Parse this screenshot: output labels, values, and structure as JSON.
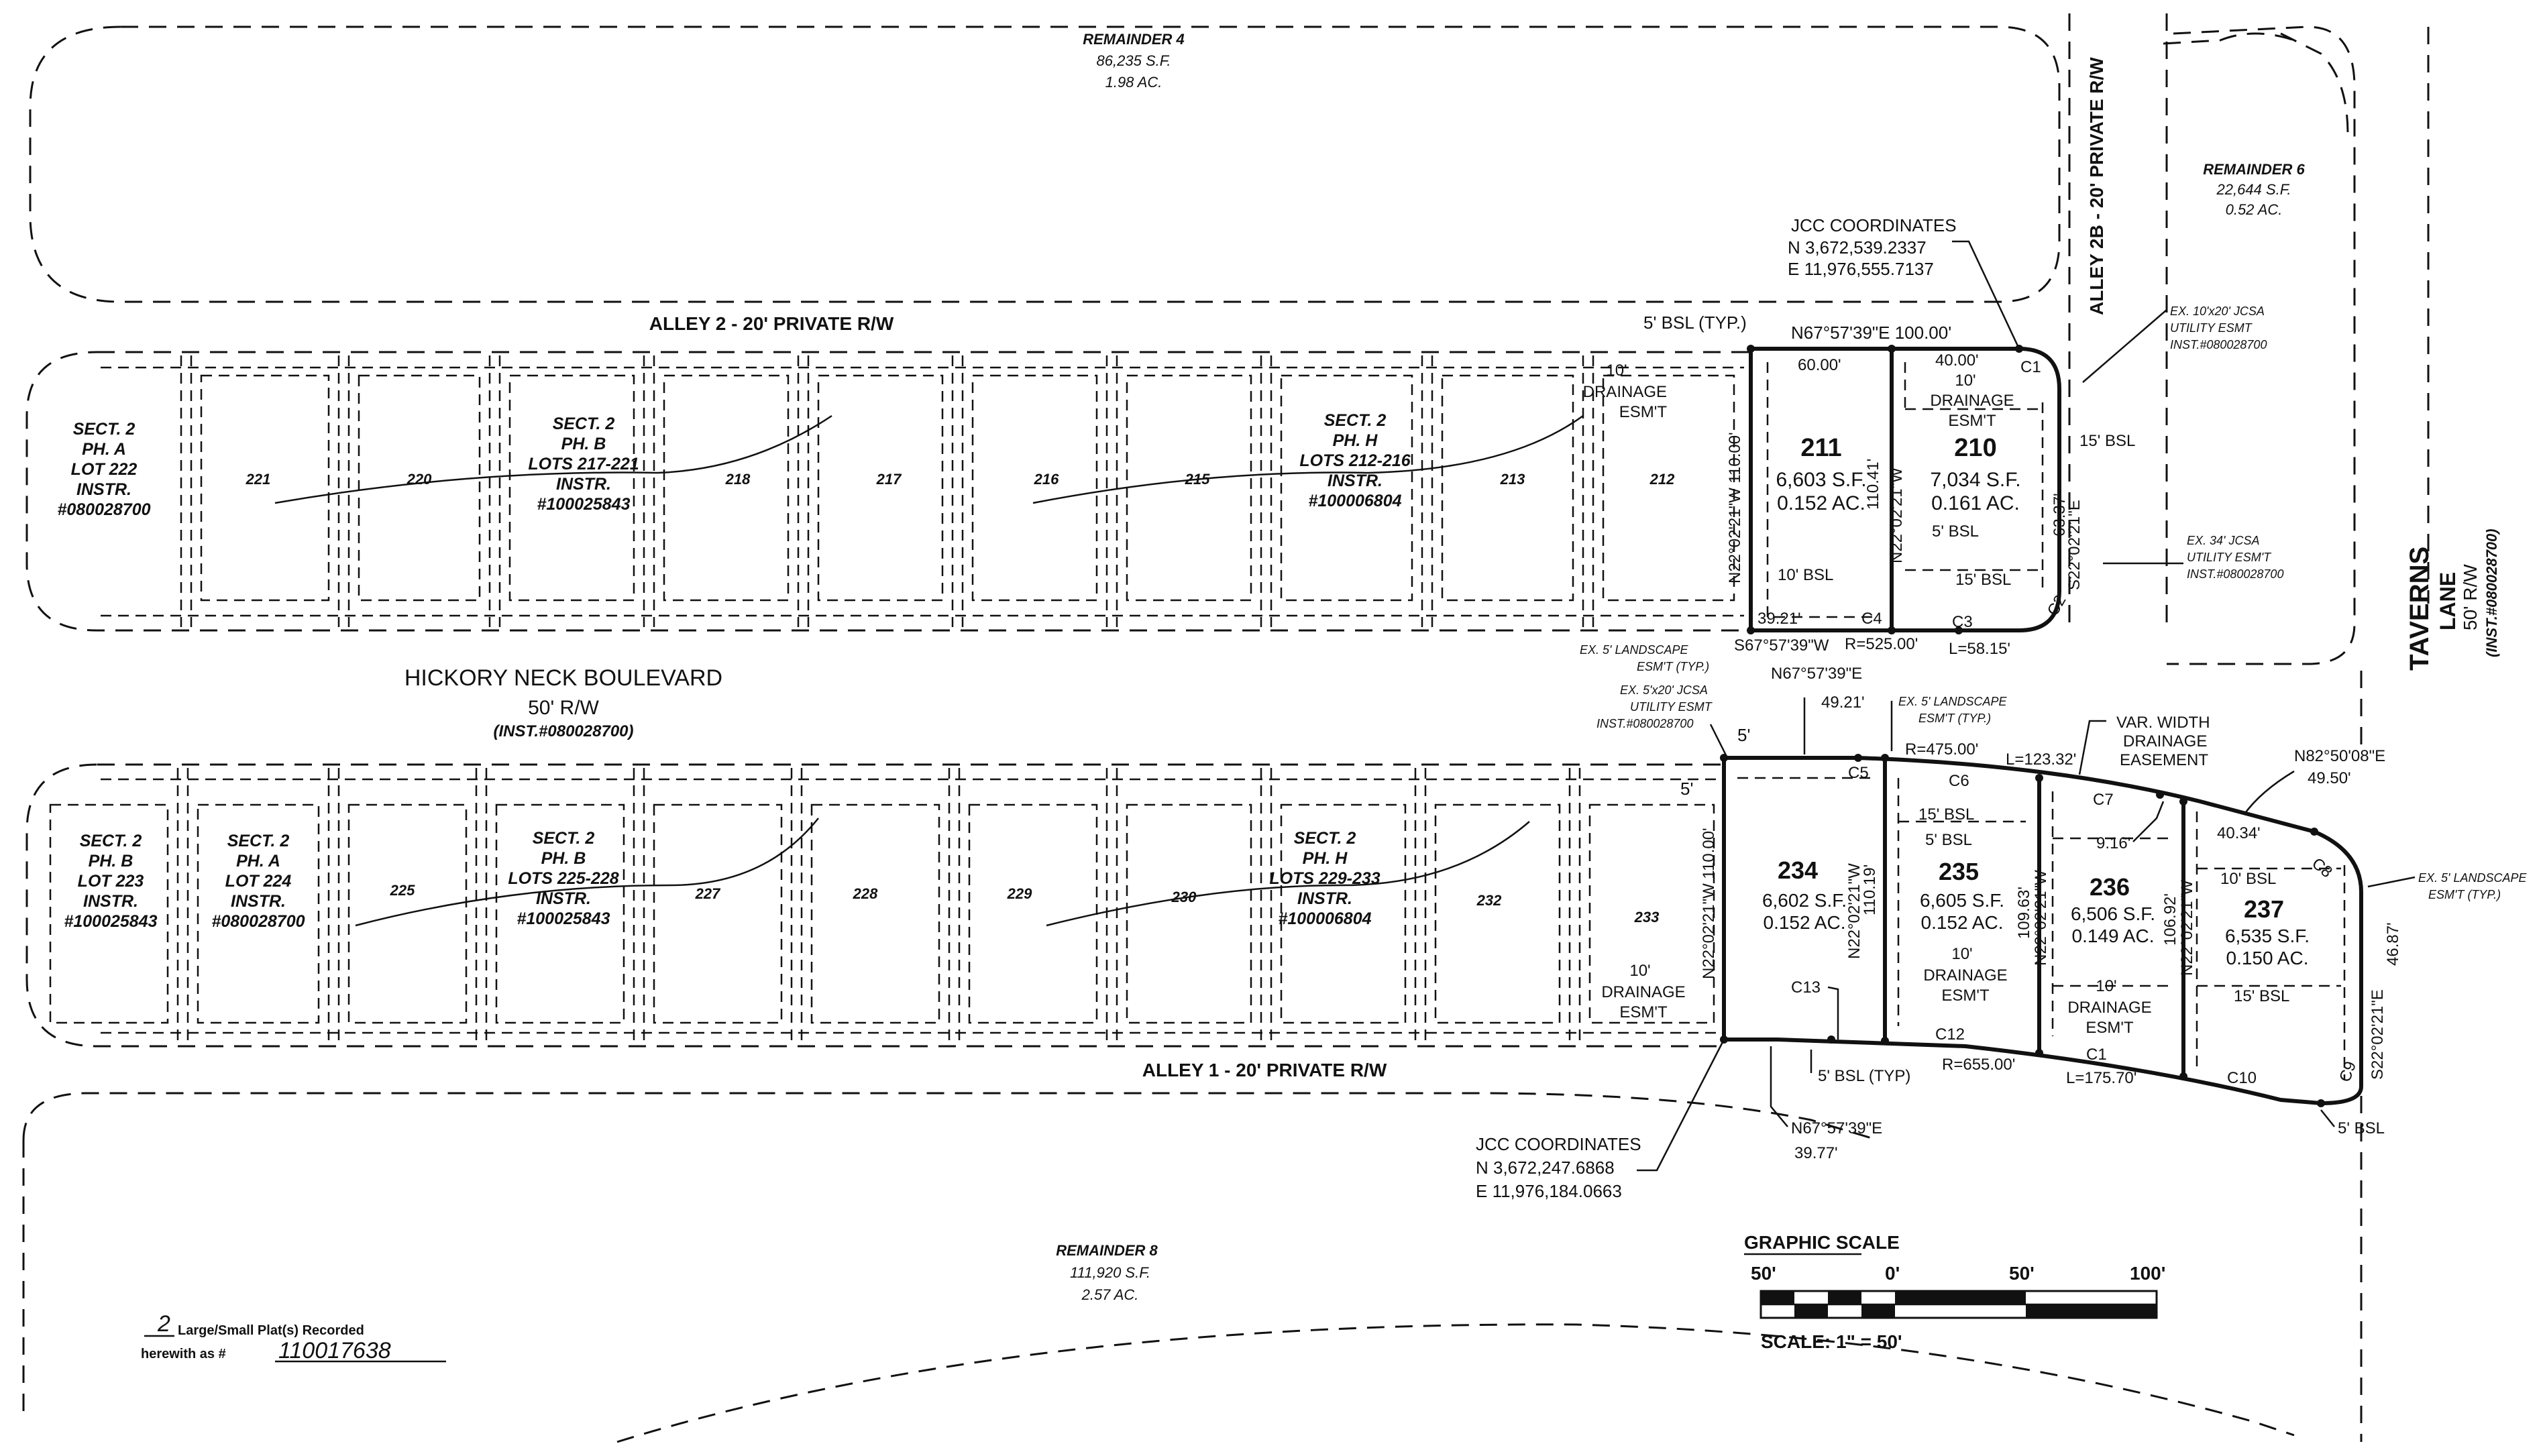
{
  "remainders": {
    "r4": {
      "name": "REMAINDER 4",
      "area_sf": "86,235 S.F.",
      "area_ac": "1.98 AC."
    },
    "r6": {
      "name": "REMAINDER 6",
      "area_sf": "22,644 S.F.",
      "area_ac": "0.52 AC."
    },
    "r8": {
      "name": "REMAINDER 8",
      "area_sf": "111,920 S.F.",
      "area_ac": "2.57 AC."
    }
  },
  "roads": {
    "alley2": "ALLEY 2 - 20' PRIVATE R/W",
    "alley1": "ALLEY 1 - 20' PRIVATE R/W",
    "alley2b": "ALLEY 2B - 20' PRIVATE R/W",
    "hickory": {
      "name": "HICKORY NECK BOULEVARD",
      "row": "50' R/W",
      "instr": "(INST.#080028700)"
    },
    "taverns": {
      "name1": "TAVERNS",
      "name2": "LANE",
      "row": "50' R/W",
      "instr": "(INST.#080028700)"
    }
  },
  "sections_north": [
    {
      "l1": "SECT. 2",
      "l2": "PH. A",
      "l3": "LOT 222",
      "l4": "INSTR.",
      "l5": "#080028700"
    },
    {
      "l1": "SECT. 2",
      "l2": "PH. B",
      "l3": "LOTS 217-221",
      "l4": "INSTR.",
      "l5": "#100025843"
    },
    {
      "l1": "SECT. 2",
      "l2": "PH. H",
      "l3": "LOTS 212-216",
      "l4": "INSTR.",
      "l5": "#100006804"
    }
  ],
  "sections_south": [
    {
      "l1": "SECT. 2",
      "l2": "PH. B",
      "l3": "LOT 223",
      "l4": "INSTR.",
      "l5": "#100025843"
    },
    {
      "l1": "SECT. 2",
      "l2": "PH. A",
      "l3": "LOT 224",
      "l4": "INSTR.",
      "l5": "#080028700"
    },
    {
      "l1": "SECT. 2",
      "l2": "PH. B",
      "l3": "LOTS 225-228",
      "l4": "INSTR.",
      "l5": "#100025843"
    },
    {
      "l1": "SECT. 2",
      "l2": "PH. H",
      "l3": "LOTS 229-233",
      "l4": "INSTR.",
      "l5": "#100006804"
    }
  ],
  "lot_numbers_north": [
    "221",
    "220",
    "218",
    "217",
    "216",
    "215",
    "213",
    "212"
  ],
  "lot_numbers_south": [
    "225",
    "227",
    "228",
    "229",
    "230",
    "232",
    "233"
  ],
  "new_lots": [
    {
      "num": "211",
      "sf": "6,603 S.F.",
      "ac": "0.152 AC."
    },
    {
      "num": "210",
      "sf": "7,034 S.F.",
      "ac": "0.161 AC."
    },
    {
      "num": "234",
      "sf": "6,602 S.F.",
      "ac": "0.152 AC."
    },
    {
      "num": "235",
      "sf": "6,605 S.F.",
      "ac": "0.152 AC."
    },
    {
      "num": "236",
      "sf": "6,506 S.F.",
      "ac": "0.149 AC."
    },
    {
      "num": "237",
      "sf": "6,535 S.F.",
      "ac": "0.150 AC."
    }
  ],
  "coordinates": {
    "north": {
      "title": "JCC COORDINATES",
      "n": "N 3,672,539.2337",
      "e": "E 11,976,555.7137"
    },
    "south": {
      "title": "JCC COORDINATES",
      "n": "N 3,672,247.6868",
      "e": "E 11,976,184.0663"
    }
  },
  "bearings": {
    "n_top": "N67°57'39\"E 100.00'",
    "n_60": "60.00'",
    "n_40": "40.00'",
    "n_west": "N22°02'21\"W 110.00'",
    "n_mid": "N22°02'21\"W",
    "n_1041": "110.41'",
    "n_east": "S22°02'21\"E",
    "n_6337": "63.37'",
    "n_3921": "39.21'",
    "n_bottom": "S67°57'39\"W",
    "n_r525": "R=525.00'",
    "n_l5815": "L=58.15'",
    "s_top": "N67°57'39\"E",
    "s_4921": "49.21'",
    "s_r475": "R=475.00'",
    "s_l12332": "L=123.32'",
    "s_n82": "N82°50'08\"E",
    "s_4950": "49.50'",
    "s_4034": "40.34'",
    "s_916": "9.16'",
    "s_west": "N22°02'21\"W 110.00'",
    "s_1019": "110.19'",
    "s_mid1": "N22°02'21\"W",
    "s_10963": "109.63'",
    "s_mid2": "N22°02'21\"W",
    "s_mid3": "N22°02'21\"W",
    "s_10692": "106.92'",
    "s_east": "S22°02'21\"E",
    "s_4687": "46.87'",
    "s_r655": "R=655.00'",
    "s_l17570": "L=175.70'",
    "s_bottom": "N67°57'39\"E",
    "s_3977": "39.77'"
  },
  "curves": {
    "c1": "C1",
    "c2": "C2",
    "c3": "C3",
    "c4": "C4",
    "c5": "C5",
    "c6": "C6",
    "c7": "C7",
    "c8": "C8",
    "c9": "C9",
    "c10": "C10",
    "c12": "C12",
    "c13": "C13"
  },
  "annotations": {
    "bsl_typ_top": "5' BSL (TYP.)",
    "bsl5": "5' BSL",
    "bsl10": "10' BSL",
    "bsl15": "15' BSL",
    "bsl5_typ": "5' BSL (TYP)",
    "drain10_a": "10'",
    "drain10_b": "DRAINAGE",
    "drain10_c": "ESM'T",
    "landscape_a": "EX. 5' LANDSCAPE",
    "landscape_b": "ESM'T (TYP.)",
    "jcsa5_a": "EX. 5'x20' JCSA",
    "jcsa5_b": "UTILITY ESMT",
    "jcsa5_c": "INST.#080028700",
    "jcsa10_a": "EX. 10'x20' JCSA",
    "jcsa10_b": "UTILITY ESMT",
    "jcsa10_c": "INST.#080028700",
    "jcsa34_a": "EX. 34' JCSA",
    "jcsa34_b": "UTILITY ESM'T",
    "jcsa34_c": "INST.#080028700",
    "varwidth_a": "VAR. WIDTH",
    "varwidth_b": "DRAINAGE",
    "varwidth_c": "EASEMENT",
    "five": "5'"
  },
  "scale": {
    "title": "GRAPHIC SCALE",
    "t0": "50'",
    "t1": "0'",
    "t2": "50'",
    "t3": "100'",
    "text": "SCALE: 1\" = 50'"
  },
  "recorded": {
    "num": "2",
    "text1": "Large/Small Plat(s) Recorded",
    "text2": "herewith as #",
    "instr": "110017638"
  }
}
